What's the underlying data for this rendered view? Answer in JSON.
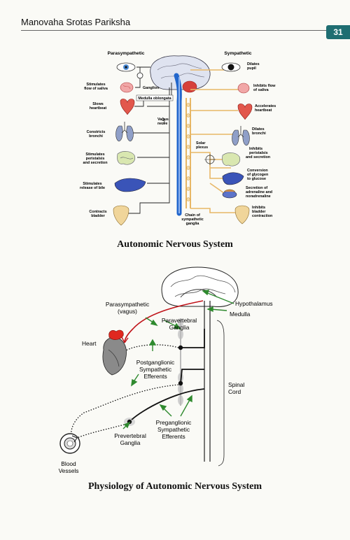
{
  "header": {
    "title": "Manovaha Srotas Pariksha",
    "page_number": "31"
  },
  "figure1": {
    "caption": "Autonomic Nervous System",
    "parasympathetic_heading": "Parasympathetic",
    "sympathetic_heading": "Sympathetic",
    "center_labels": {
      "ganglion": "Ganglion",
      "medulla": "Medulla oblongata",
      "vagus_l1": "Vagus",
      "vagus_l2": "nerve",
      "solar_l1": "Solar",
      "solar_l2": "plexus",
      "chain_l1": "Chain of",
      "chain_l2": "sympathetic",
      "chain_l3": "ganglia"
    },
    "left_labels": [
      [
        "Stimulates",
        "flow of saliva"
      ],
      [
        "Slows",
        "heartbeat"
      ],
      [
        "Constricts",
        "bronchi"
      ],
      [
        "Stimulates",
        "peristalsis",
        "and secretion"
      ],
      [
        "Stimulates",
        "release of bile"
      ],
      [
        "Contracts",
        "bladder"
      ]
    ],
    "right_labels": [
      [
        "Dilates",
        "pupil"
      ],
      [
        "Inhibits flow",
        "of saliva"
      ],
      [
        "Accelerates",
        "heartbeat"
      ],
      [
        "Dilates",
        "bronchi"
      ],
      [
        "Inhibits",
        "peristalsis",
        "and secretion"
      ],
      [
        "Conversion",
        "of glycogen",
        "to glucose"
      ],
      [
        "Secretion of",
        "adrenaline and",
        "noradrenaline"
      ],
      [
        "Inhibits",
        "bladder",
        "contraction"
      ]
    ]
  },
  "figure2": {
    "caption": "Physiology of Autonomic Nervous System",
    "labels": {
      "parasym_l1": "Parasympathetic",
      "parasym_l2": "(vagus)",
      "paravert_l1": "Paravertebral",
      "paravert_l2": "Ganglia",
      "hypothalamus": "Hypothalamus",
      "medulla": "Medulla",
      "heart": "Heart",
      "postgang_l1": "Postganglionic",
      "postgang_l2": "Sympathetic",
      "postgang_l3": "Efferents",
      "spinal_l1": "Spinal",
      "spinal_l2": "Cord",
      "pregang_l1": "Preganglionic",
      "pregang_l2": "Sympathetic",
      "pregang_l3": "Efferents",
      "prevert_l1": "Prevertebral",
      "prevert_l2": "Ganglia",
      "blood_l1": "Blood",
      "blood_l2": "Vessels"
    }
  },
  "colors": {
    "accent_tab": "#1f6e72",
    "nerve_blue": "#2266cc",
    "sym_nerve": "#e8b766",
    "para_red": "#c0141a",
    "green_arrow": "#2f8a2f"
  }
}
